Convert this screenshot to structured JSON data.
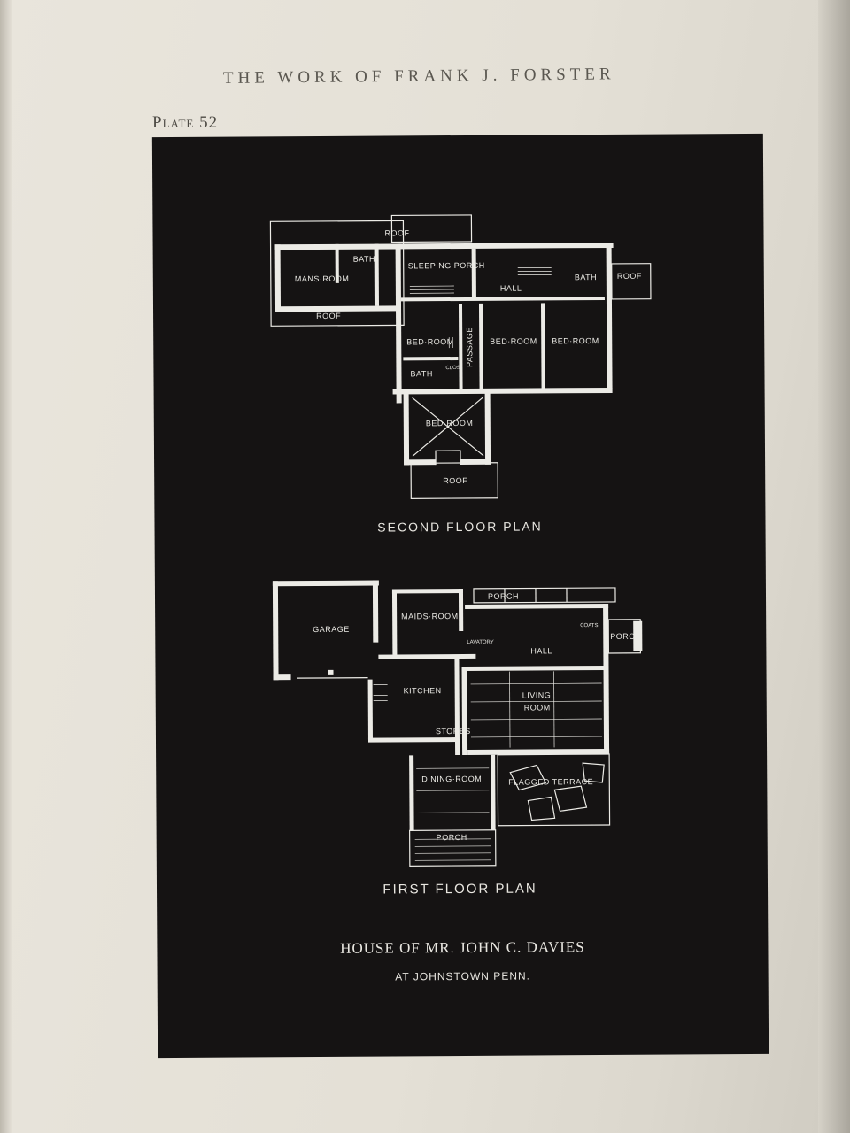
{
  "page": {
    "running_head": "THE WORK OF FRANK J. FORSTER",
    "plate_number": "Plate 52"
  },
  "plate": {
    "second_floor_caption": "SECOND FLOOR PLAN",
    "first_floor_caption": "FIRST FLOOR PLAN",
    "house_title": "HOUSE OF MR. JOHN C. DAVIES",
    "location": "AT JOHNSTOWN PENN."
  },
  "second_floor": {
    "roof_top": "ROOF",
    "roof_left": "ROOF",
    "roof_right": "ROOF",
    "roof_bottom": "ROOF",
    "mans_room": "MANS·ROOM",
    "bath_left": "BATH",
    "sleeping_porch": "SLEEPING PORCH",
    "hall": "HALL",
    "bath_right": "BATH",
    "bed_room_1": "BED·ROOM",
    "bed_room_2": "BED·ROOM",
    "bed_room_3": "BED·ROOM",
    "bed_room_4": "BED·ROOM",
    "bath_center": "BATH",
    "passage": "PASSAGE",
    "clos": "CLOS"
  },
  "first_floor": {
    "garage": "GARAGE",
    "maids_room": "MAIDS·ROOM",
    "porch_top": "PORCH",
    "hall": "HALL",
    "porch_right": "PORCH",
    "coats": "COATS",
    "lavatory": "LAVATORY",
    "kitchen": "KITCHEN",
    "living_room_1": "LIVING",
    "living_room_2": "ROOM",
    "stores": "STORES",
    "dining_room": "DINING·ROOM",
    "flagged_terrace": "FLAGGED TERRACE",
    "porch_bottom": "PORCH"
  }
}
